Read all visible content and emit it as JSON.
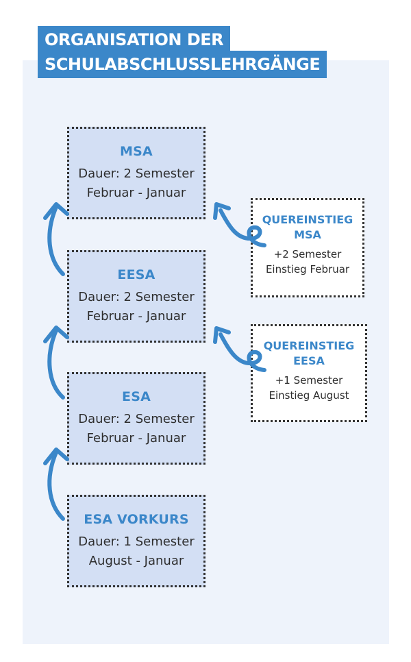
{
  "title": {
    "line1": "ORGANISATION DER",
    "line2": "SCHULABSCHLUSSLEHRGÄNGE"
  },
  "courses": [
    {
      "name": "MSA",
      "duration": "Dauer: 2 Semester",
      "period": "Februar - Januar"
    },
    {
      "name": "EESA",
      "duration": "Dauer: 2 Semester",
      "period": "Februar - Januar"
    },
    {
      "name": "ESA",
      "duration": "Dauer: 2 Semester",
      "period": "Februar - Januar"
    },
    {
      "name": "ESA VORKURS",
      "duration": "Dauer: 1 Semester",
      "period": "August - Januar"
    }
  ],
  "lateral_entries": [
    {
      "name_line1": "QUEREINSTIEG",
      "name_line2": "MSA",
      "semesters": "+2 Semester",
      "start": "Einstieg Februar"
    },
    {
      "name_line1": "QUEREINSTIEG",
      "name_line2": "EESA",
      "semesters": "+1 Semester",
      "start": "Einstieg August"
    }
  ],
  "colors": {
    "accent": "#3b87c9",
    "panel": "#eef3fb",
    "box_fill": "#d3dff4",
    "border": "#333333"
  }
}
